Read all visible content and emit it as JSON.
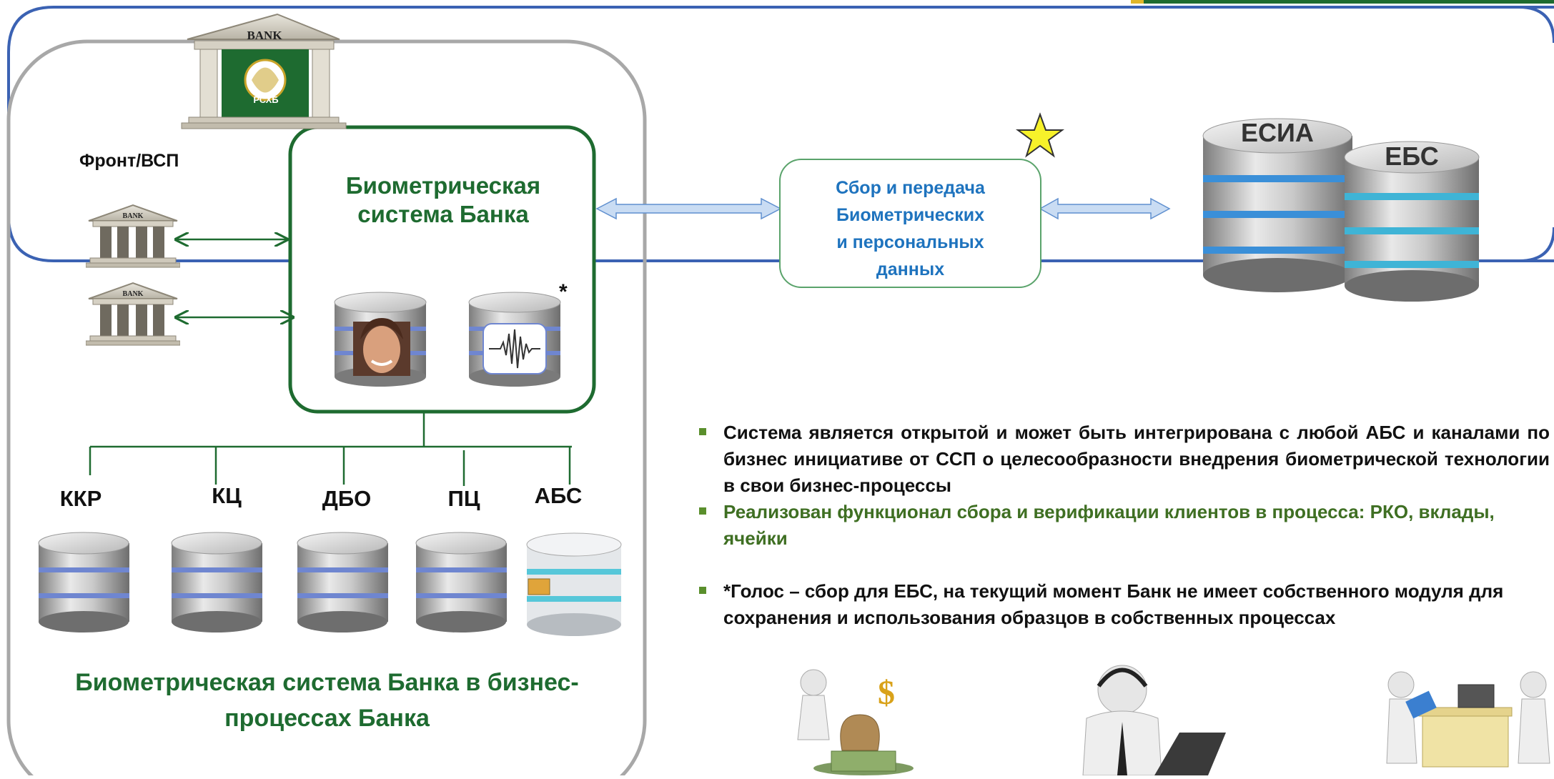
{
  "front_label": "Фронт/ВСП",
  "bank_sign": "BANK",
  "bank_logo_text": "РСХБ",
  "core": {
    "title_line1": "Биометрическая",
    "title_line2": "система Банка",
    "asterisk": "*"
  },
  "exchange": {
    "line1": "Сбор и передача",
    "line2": "Биометрических",
    "line3": "и персональных",
    "line4": "данных"
  },
  "external_systems": {
    "esia": "ЕСИА",
    "ebs": "ЕБС"
  },
  "channels": [
    "ККР",
    "КЦ",
    "ДБО",
    "ПЦ",
    "АБС"
  ],
  "bottom_title_line1": "Биометрическая система Банка в бизнес-",
  "bottom_title_line2": "процессах Банка",
  "bullets": {
    "b1": "Система является открытой и может быть интегрирована с любой АБС и каналами по бизнес инициативе от ССП о целесообразности внедрения биометрической технологии в свои бизнес-процессы",
    "b2": "Реализован функционал сбора и верификации клиентов в процесса: РКО, вклады, ячейки",
    "b3": "Голос – сбор для ЕБС, на текущий момент Банк не имеет собственного модуля для сохранения  и использования образцов в собственных процессах",
    "b3_mark": "*"
  },
  "colors": {
    "accent_blue": "#3b62b3",
    "brand_green": "#1e6b30",
    "exchange_text": "#1e73be",
    "frame_gray": "#a8a8a8"
  },
  "icons": [
    "bank-building-icon",
    "database-icon",
    "face-photo-icon",
    "voice-wave-icon",
    "star-icon",
    "money-person-icon",
    "operator-icon",
    "cashier-icon"
  ]
}
